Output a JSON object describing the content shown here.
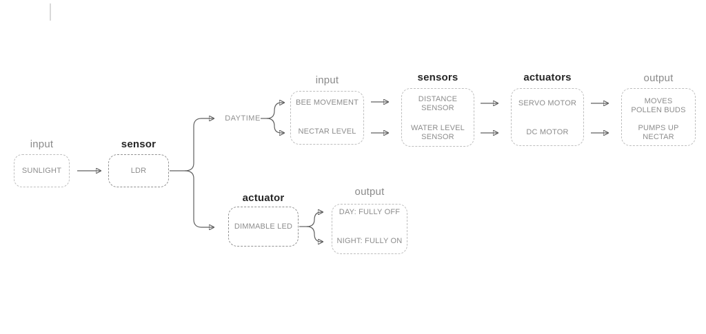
{
  "canvas": {
    "background": "#ffffff"
  },
  "palette": {
    "box_border_light": "#bdbdbd",
    "box_border_dark": "#909090",
    "box_text": "#8c8c8c",
    "label_muted": "#8a8a8a",
    "label_strong": "#262626",
    "connector_line": "#5f5f5f",
    "arrowhead": "#1a1a1a",
    "text_cursor": "#d9d9d9"
  },
  "flow": {
    "source": {
      "label": "input",
      "item": "SUNLIGHT"
    },
    "sensor": {
      "label": "sensor",
      "item": "LDR"
    },
    "condition": "DAYTIME",
    "day_branch": {
      "inputs": {
        "label": "input",
        "items": [
          "BEE MOVEMENT",
          "NECTAR LEVEL"
        ]
      },
      "sensors": {
        "label": "sensors",
        "items": [
          "DISTANCE\nSENSOR",
          "WATER LEVEL\nSENSOR"
        ]
      },
      "actuators": {
        "label": "actuators",
        "items": [
          "SERVO MOTOR",
          "DC MOTOR"
        ]
      },
      "outputs": {
        "label": "output",
        "items": [
          "MOVES\nPOLLEN BUDS",
          "PUMPS UP\nNECTAR"
        ]
      }
    },
    "night_branch": {
      "actuator": {
        "label": "actuator",
        "item": "DIMMABLE LED"
      },
      "outputs": {
        "label": "output",
        "items": [
          "DAY: FULLY OFF",
          "NIGHT: FULLY ON"
        ]
      }
    }
  }
}
